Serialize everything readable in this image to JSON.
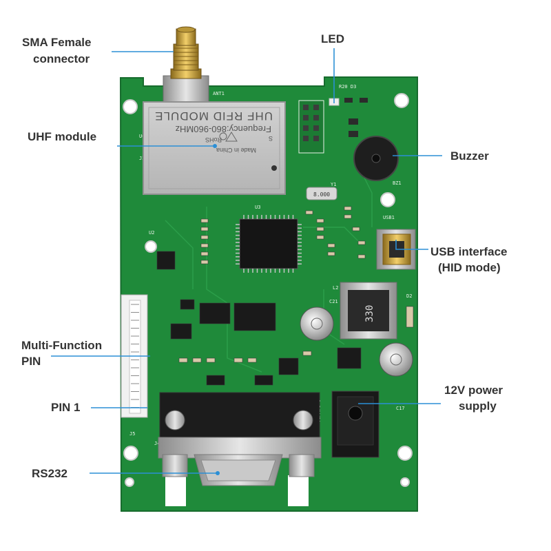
{
  "labels": {
    "sma": [
      "SMA Female",
      "connector"
    ],
    "led": "LED",
    "uhf": "UHF module",
    "buzzer": "Buzzer",
    "usb": [
      "USB interface",
      "(HID mode)"
    ],
    "multi": [
      "Multi-Function",
      "PIN"
    ],
    "pin1": "PIN 1",
    "power": [
      "12V power",
      "supply"
    ],
    "rs232": "RS232"
  },
  "module_text": {
    "made_in": "Made in China",
    "rohs": "RoHS",
    "s": "S",
    "frequency": "Frequency:860-960MHz",
    "title": "UHF RFID MODULE"
  },
  "silkscreen": {
    "ant": "ANT1",
    "u6": "U6",
    "j3": "J3",
    "u3": "U3",
    "u2": "U2",
    "bz1": "BZ1",
    "usb1": "USB1",
    "l2": "L2",
    "d2": "D2",
    "j5": "J5",
    "j4": "J4",
    "c17": "C17",
    "c21": "C21",
    "y1": "Y1",
    "crystal": "8.000",
    "inductor": "330",
    "power_rating": "9~24V/3A",
    "led_refs": "R20 D3"
  },
  "colors": {
    "pcb": "#1f8a3a",
    "pcb_dark": "#17702e",
    "leader": "#2b8fd6",
    "label": "#333333"
  }
}
